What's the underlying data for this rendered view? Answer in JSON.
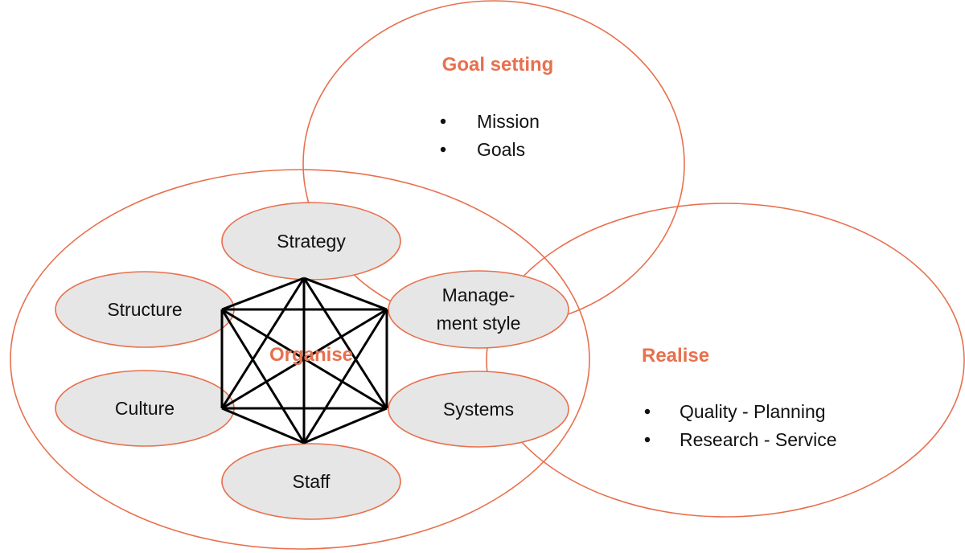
{
  "colors": {
    "accent": "#e8704e",
    "node_fill": "#e6e6e6",
    "line": "#000000",
    "text": "#111111"
  },
  "goal_setting": {
    "title": "Goal setting",
    "bullets": [
      "Mission",
      "Goals"
    ]
  },
  "realise": {
    "title": "Realise",
    "bullets": [
      "Quality - Planning",
      "Research - Service"
    ]
  },
  "organise": {
    "title": "Organise",
    "elements": {
      "strategy": "Strategy",
      "structure": "Structure",
      "culture": "Culture",
      "staff": "Staff",
      "management_style": [
        "Manage-",
        "ment style"
      ],
      "systems": "Systems"
    }
  }
}
